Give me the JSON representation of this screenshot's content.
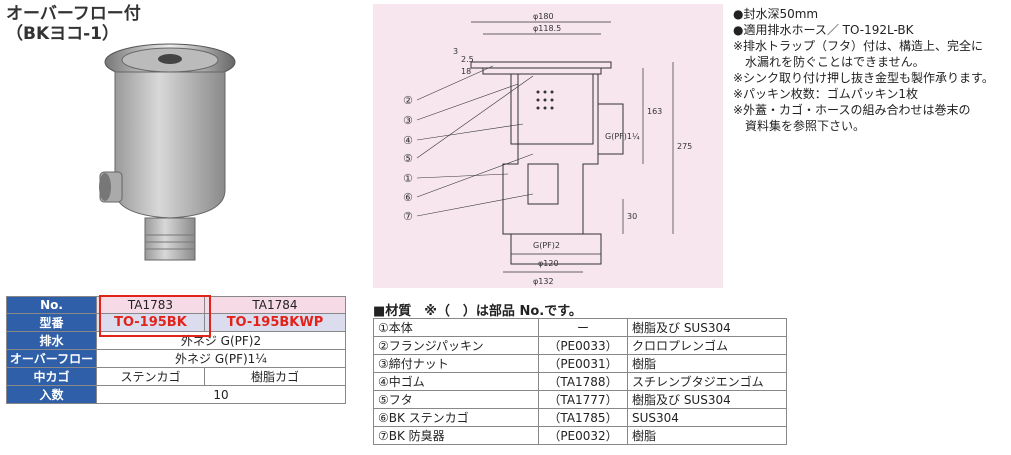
{
  "title": {
    "line1": "オーバーフロー付",
    "line2": "（BKヨコ-1）"
  },
  "drawing": {
    "dims": [
      "φ180",
      "φ118.5",
      "3",
      "2.5",
      "18",
      "163",
      "275",
      "30",
      "G(PF)1¼",
      "G(PF)2",
      "φ120",
      "φ132"
    ],
    "callouts": [
      "②",
      "③",
      "④",
      "⑤",
      "①",
      "⑥",
      "⑦"
    ]
  },
  "notes": [
    "●封水深50mm",
    "●適用排水ホース／ TO-192L-BK",
    "※排水トラップ（フタ）付は、構造上、完全に",
    "水漏れを防ぐことはできません。",
    "※シンク取り付け押し抜き金型も製作承ります。",
    "※パッキン枚数：ゴムパッキン1枚",
    "※外蓋・カゴ・ホースの組み合わせは巻末の",
    "資料集を参照下さい。"
  ],
  "spec": {
    "no_label": "No.",
    "no1": "TA1783",
    "no2": "TA1784",
    "model_label": "型番",
    "model1": "TO-195BK",
    "model2": "TO-195BKWP",
    "drain_label": "排水",
    "drain": "外ネジ G(PF)2",
    "overflow_label": "オーバーフロー",
    "overflow": "外ネジ G(PF)1¼",
    "basket_label": "中カゴ",
    "basket1": "ステンカゴ",
    "basket2": "樹脂カゴ",
    "qty_label": "入数",
    "qty": "10"
  },
  "materials": {
    "heading": "■材質　※（　）は部品 No.です。",
    "rows": [
      {
        "part": "①本体",
        "no": "ー",
        "mat": "樹脂及び SUS304"
      },
      {
        "part": "②フランジパッキン",
        "no": "（PE0033）",
        "mat": "クロロプレンゴム"
      },
      {
        "part": "③締付ナット",
        "no": "（PE0031）",
        "mat": "樹脂"
      },
      {
        "part": "④中ゴム",
        "no": "（TA1788）",
        "mat": "スチレンブタジエンゴム"
      },
      {
        "part": "⑤フタ",
        "no": "（TA1777）",
        "mat": "樹脂及び SUS304"
      },
      {
        "part": "⑥BK ステンカゴ",
        "no": "（TA1785）",
        "mat": "SUS304"
      },
      {
        "part": "⑦BK 防臭器",
        "no": "（PE0032）",
        "mat": "樹脂"
      }
    ]
  }
}
